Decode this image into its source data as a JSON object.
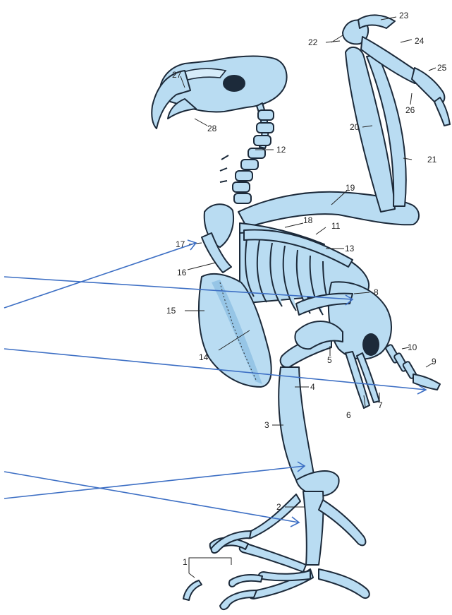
{
  "diagram": {
    "labels": [
      "1",
      "2",
      "3",
      "4",
      "5",
      "6",
      "7",
      "8",
      "9",
      "10",
      "11",
      "12",
      "13",
      "14",
      "15",
      "16",
      "17",
      "18",
      "19",
      "20",
      "21",
      "22",
      "23",
      "24",
      "25",
      "26",
      "27",
      "28"
    ],
    "colors": {
      "bone_fill": "#b9dcf2",
      "outline": "#1c2a3a",
      "arrow": "#3d6fc4",
      "background": "#ffffff"
    }
  }
}
